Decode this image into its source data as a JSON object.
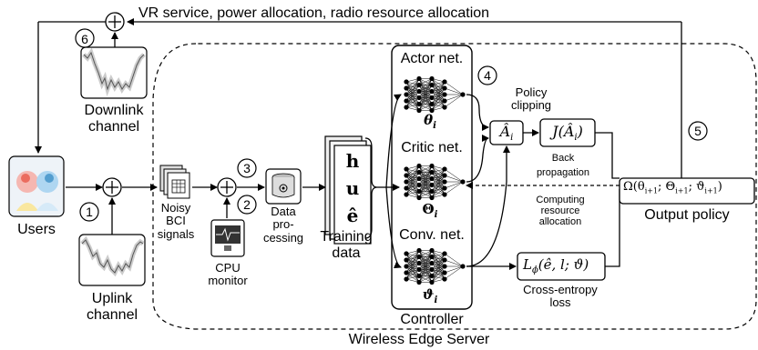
{
  "top_label": "VR service, power allocation, radio resource allocation",
  "server_label": "Wireless Edge Server",
  "users_label": "Users",
  "downlink": [
    "Downlink",
    "channel"
  ],
  "uplink": [
    "Uplink",
    "channel"
  ],
  "steps": [
    "1",
    "2",
    "3",
    "4",
    "5",
    "6"
  ],
  "noisy_bci": [
    "Noisy",
    "BCI",
    "signals"
  ],
  "cpu_monitor": [
    "CPU",
    "monitor"
  ],
  "data_processing": [
    "Data",
    "pro-",
    "cessing"
  ],
  "training_data": [
    "Training",
    "data"
  ],
  "training_vector": [
    "h",
    "u",
    "ê"
  ],
  "actor_net": "Actor net.",
  "critic_net": "Critic net.",
  "conv_net": "Conv. net.",
  "theta_i": "θ",
  "Theta_i": "Θ",
  "vartheta_i": "ϑ",
  "subscript_i": "i",
  "controller": "Controller",
  "policy_clipping": [
    "Policy",
    "clipping"
  ],
  "A_hat": "Â",
  "J_A_hat": "J(Â",
  "back_propagation": [
    "Back",
    "propagation"
  ],
  "computing_resource_allocation": [
    "Computing",
    "resource",
    "allocation"
  ],
  "omega_expr": "Ω(θ",
  "omega_sub": "i+1",
  "omega_mid1": "; Θ",
  "omega_mid2": "; ϑ",
  "omega_end": ")",
  "output_policy": "Output policy",
  "L_phi": "L",
  "L_phi_sub": "ϕ",
  "L_phi_args": "(ê, l; ϑ)",
  "cross_entropy": [
    "Cross-entropy",
    "loss"
  ]
}
